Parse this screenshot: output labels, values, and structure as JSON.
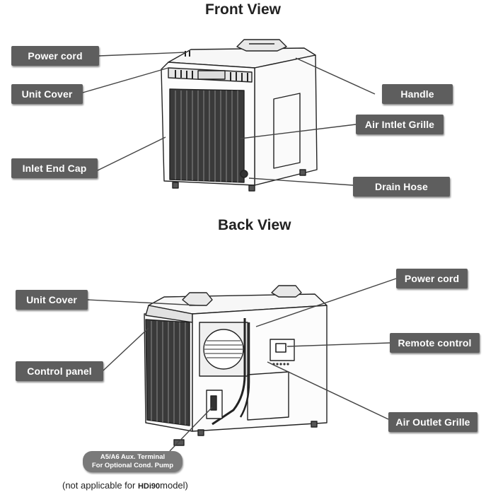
{
  "titles": {
    "front": "Front View",
    "back": "Back View"
  },
  "front_labels": {
    "power_cord": "Power cord",
    "unit_cover": "Unit Cover",
    "inlet_end_cap": "Inlet End Cap",
    "handle": "Handle",
    "air_inlet_grille": "Air Intlet Grille",
    "drain_hose": "Drain Hose"
  },
  "back_labels": {
    "unit_cover": "Unit Cover",
    "control_panel": "Control panel",
    "power_cord": "Power cord",
    "remote_control": "Remote control",
    "air_outlet_grille": "Air Outlet Grille"
  },
  "aux_terminal": {
    "line1": "A5/A6 Aux. Terminal",
    "line2": "For Optional Cond. Pump"
  },
  "note": {
    "prefix": "(not applicable for ",
    "model": "HDi90",
    "suffix": "model)"
  },
  "colors": {
    "label_bg": "#5e5e5e",
    "label_text": "#ffffff",
    "line": "#444444"
  }
}
